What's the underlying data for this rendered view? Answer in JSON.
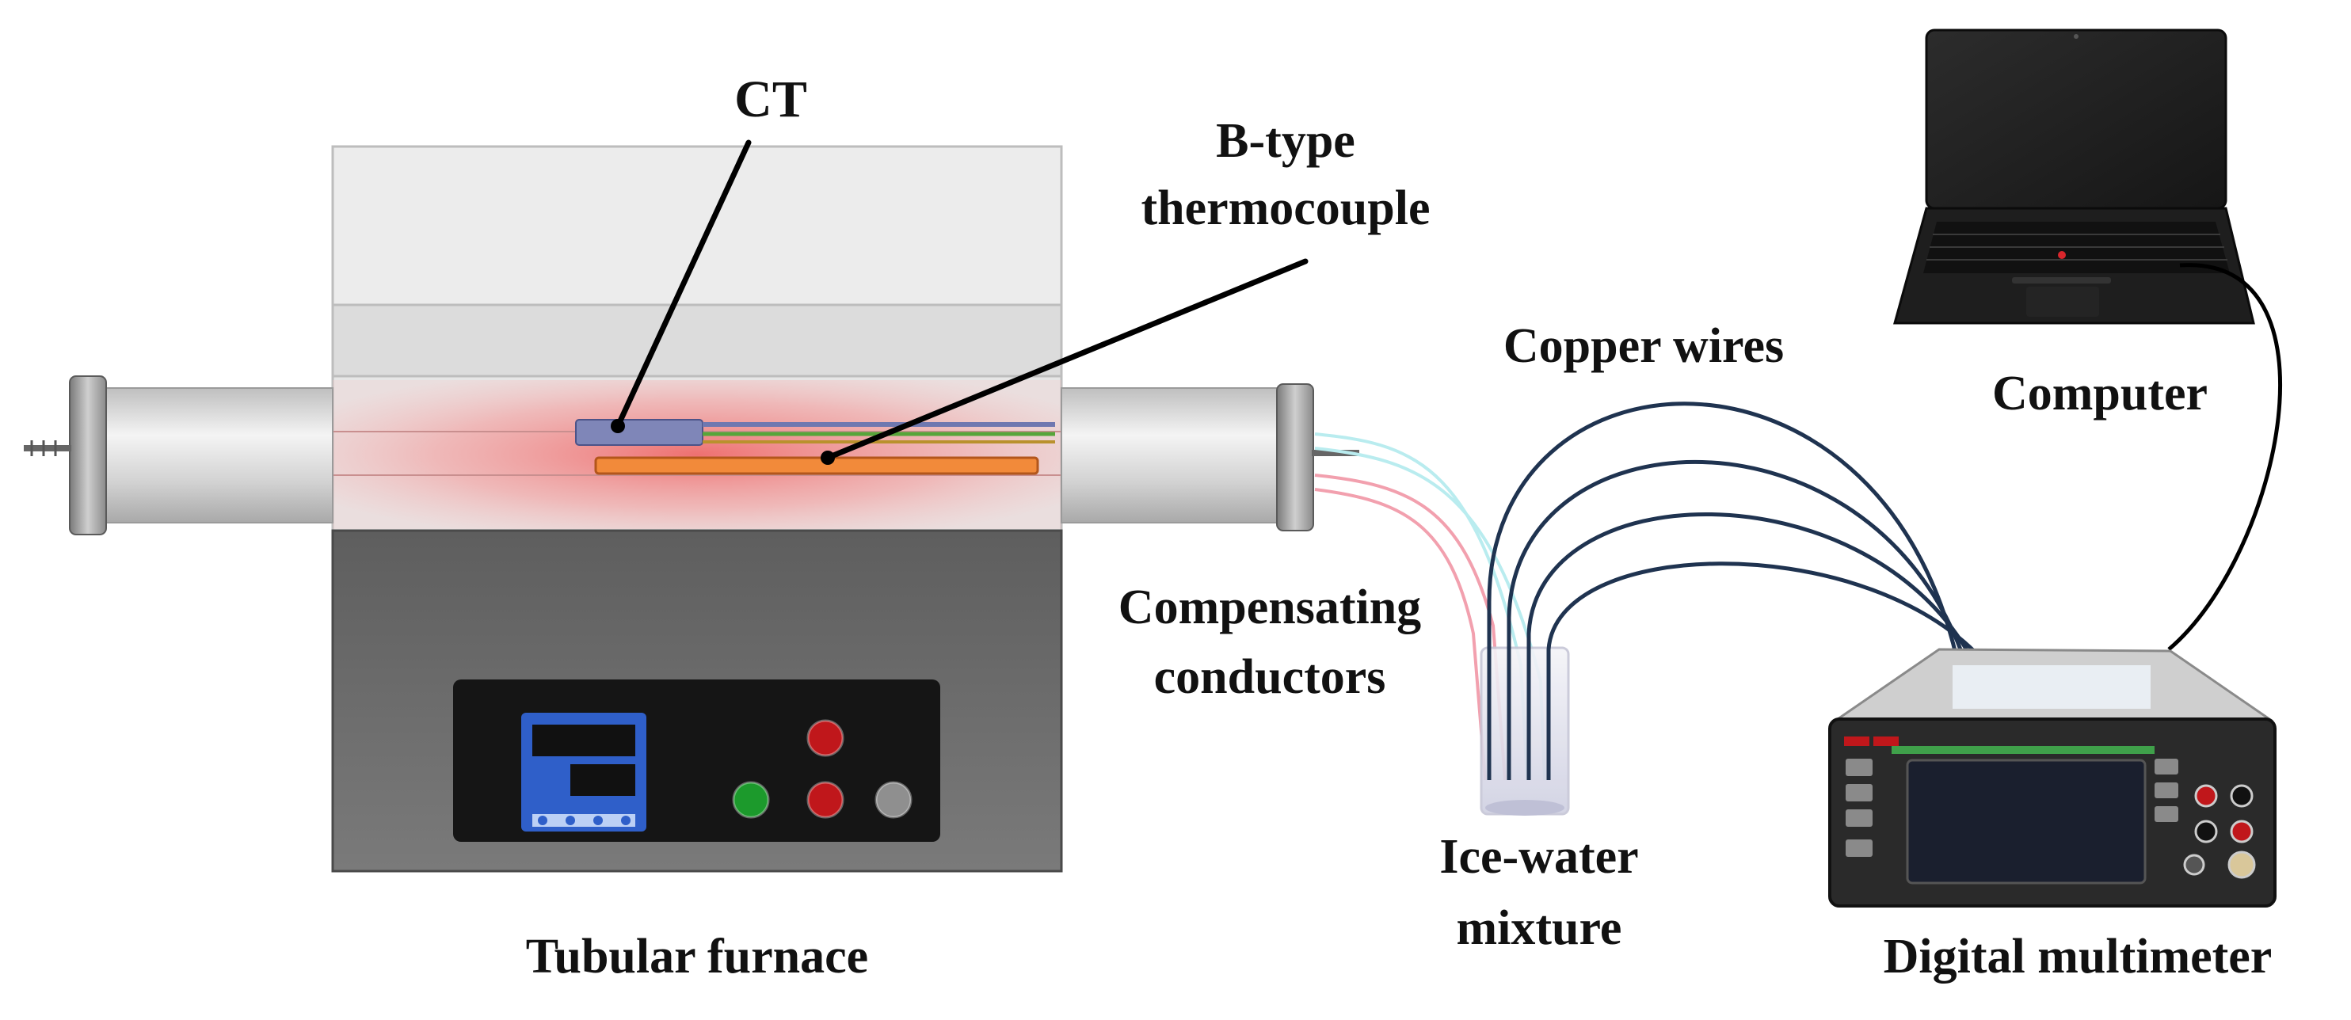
{
  "labels": {
    "ct": "CT",
    "b_type_line1": "B-type",
    "b_type_line2": "thermocouple",
    "copper_wires": "Copper wires",
    "computer": "Computer",
    "compensating_line1": "Compensating",
    "compensating_line2": "conductors",
    "ice_water_line1": "Ice-water",
    "ice_water_line2": "mixture",
    "tubular_furnace": "Tubular furnace",
    "digital_multimeter": "Digital multimeter"
  },
  "colors": {
    "furnace_top": "#e3e3e3",
    "furnace_base": "#6b6b6b",
    "heat_glow": "#f47a7a",
    "tube": "#d8d8d8",
    "thermocouple_rod": "#f28a3a",
    "ct_sensor": "#7f86b8",
    "copper_wire": "#1f3350",
    "compensating_pink": "#f2a0ae",
    "compensating_cyan": "#b9ecef",
    "controller_blue": "#2f5fc9",
    "button_red": "#c0171b",
    "button_green": "#1c9a2c",
    "multimeter_screen": "#1a1f2e"
  },
  "icons": [
    "furnace-icon",
    "laptop-icon",
    "multimeter-icon",
    "beaker-icon"
  ]
}
